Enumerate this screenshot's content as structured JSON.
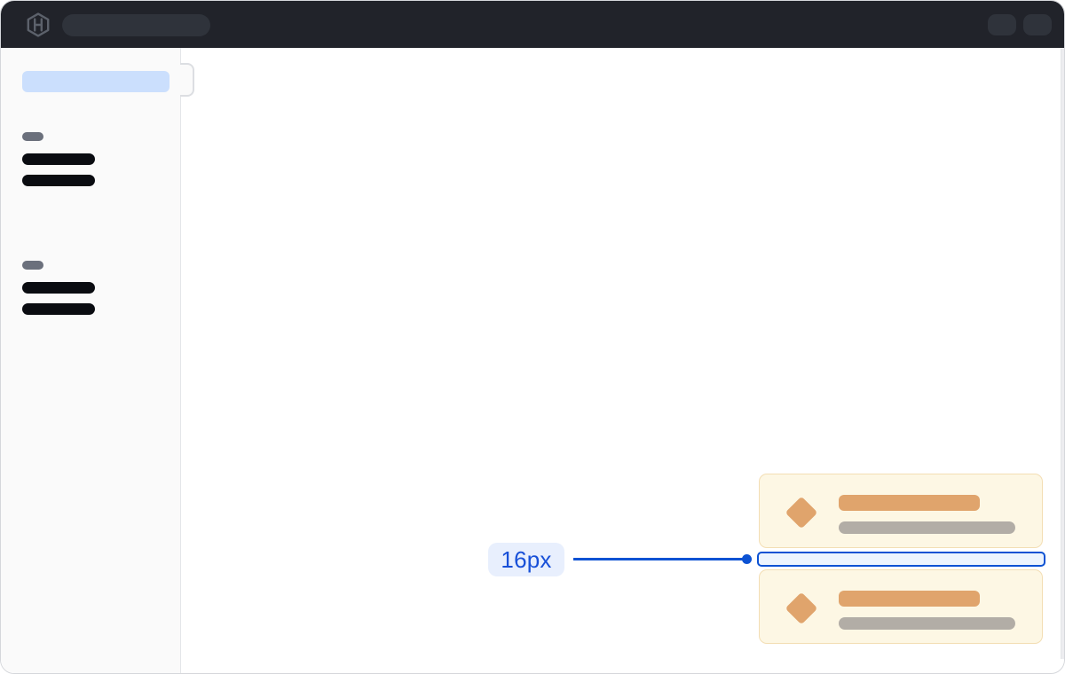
{
  "annotation": {
    "label": "16px",
    "accent_color": "#0c52d3",
    "highlight_fill": "#edf4fe",
    "label_bg": "#e8effd",
    "label_text_color": "#1850d8"
  },
  "topbar": {
    "bg_color": "#21232a",
    "logo_icon": "hashicorp-logo",
    "logo_color": "#5c616b",
    "skeleton_color": "#2f333b",
    "has_search_skeleton": true,
    "action_skeleton_count": 2
  },
  "sidebar": {
    "bg_color": "#fafafa",
    "active_item_color": "#cbdffd",
    "section_label_color": "#6b707c",
    "nav_item_color": "#0a0c11",
    "has_toggle_flap": true,
    "sections": [
      {
        "name": "section-1",
        "nav_item_count": 2
      },
      {
        "name": "section-2",
        "nav_item_count": 2
      }
    ]
  },
  "main": {
    "cards": {
      "count": 2,
      "bg_color": "#fdf7e4",
      "border_color": "#f3deb4",
      "icon": "diamond-icon",
      "icon_color": "#e0a46c",
      "title_skeleton_color": "#e0a46c",
      "description_skeleton_color": "#b2ada6"
    }
  }
}
